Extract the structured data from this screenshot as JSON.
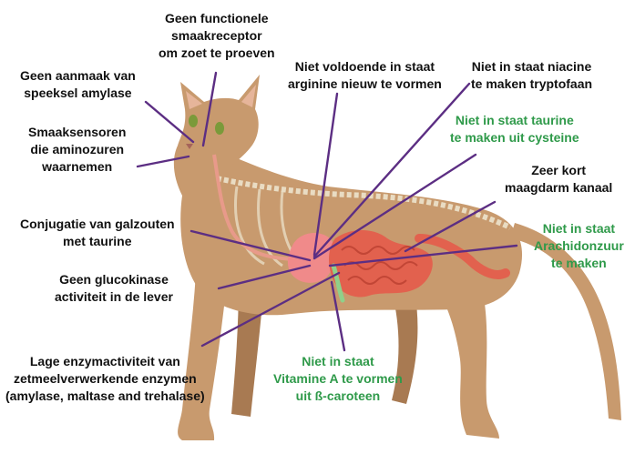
{
  "colors": {
    "line": "#5c2e83",
    "text": "#111111",
    "green_text": "#2f9a4a",
    "fur": "#c89a6e",
    "fur_dark": "#a87a52",
    "intestine": "#e2614e",
    "liver": "#f08a8a",
    "skeleton": "#e9dcc3",
    "background": "#ffffff"
  },
  "labels": {
    "sweet_receptor": [
      "Geen functionele",
      "smaakreceptor",
      "om zoet te proeven"
    ],
    "salivary_amylase": [
      "Geen aanmaak van",
      "speeksel amylase"
    ],
    "taste_sensors": [
      "Smaaksensoren",
      "die aminozuren",
      "waarnemen"
    ],
    "arginine": [
      "Niet  voldoende in staat",
      "arginine nieuw te vormen"
    ],
    "niacin": [
      "Niet in staat niacine",
      "te maken tryptofaan"
    ],
    "taurine": [
      "Niet in staat taurine",
      "te maken uit cysteine"
    ],
    "short_gut": [
      "Zeer kort",
      "maagdarm kanaal"
    ],
    "bile_salts": [
      "Conjugatie van galzouten",
      "met taurine"
    ],
    "arachidonic": [
      "Niet in staat",
      "Arachidonzuur",
      "te maken"
    ],
    "glucokinase": [
      "Geen glucokinase",
      "activiteit in de lever"
    ],
    "starch_enzymes": [
      "Lage enzymactiviteit van",
      "zetmeelverwerkende enzymen",
      "(amylase, maltase and trehalase)"
    ],
    "vitamin_a": [
      "Niet in staat",
      "Vitamine A te vormen",
      "uit ß-caroteen"
    ]
  }
}
